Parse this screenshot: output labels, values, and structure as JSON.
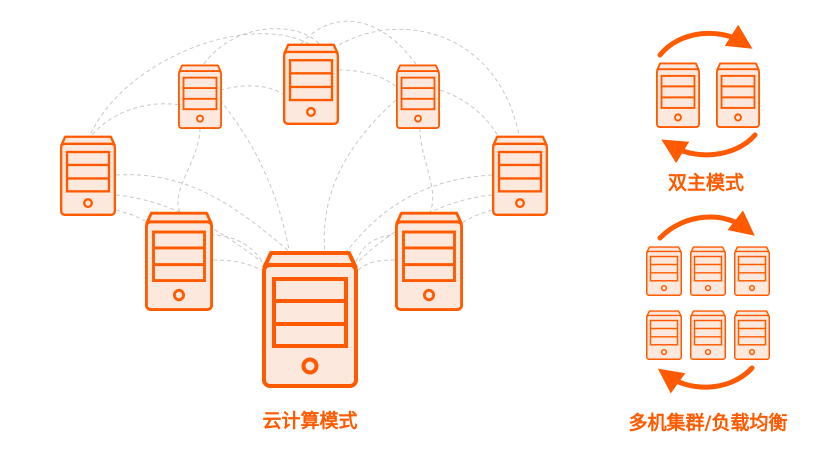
{
  "colors": {
    "accent": "#ff5a00",
    "server_fill": "#fde8dd",
    "link": "#c8c8c8"
  },
  "labels": {
    "cloud": "云计算模式",
    "dual_master": "双主模式",
    "cluster": "多机集群/负载均衡"
  }
}
